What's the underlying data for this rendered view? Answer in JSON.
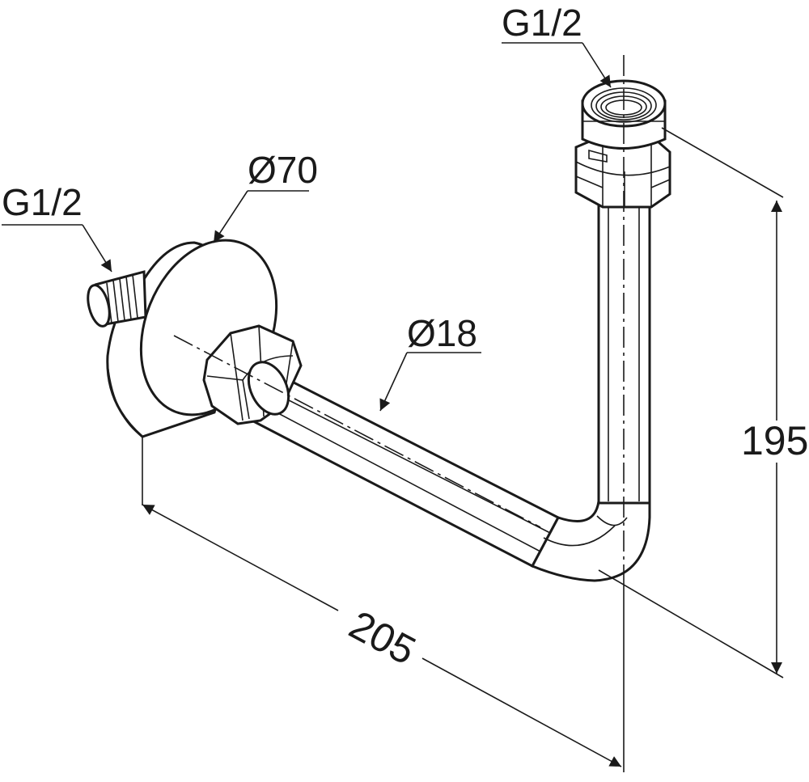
{
  "labels": {
    "thread_top": "G1/2",
    "thread_left": "G1/2",
    "flange_diameter": "Ø70",
    "pipe_diameter": "Ø18",
    "height": "195",
    "width": "205"
  },
  "colors": {
    "ink": "#1a1a1a",
    "background": "#ffffff"
  }
}
